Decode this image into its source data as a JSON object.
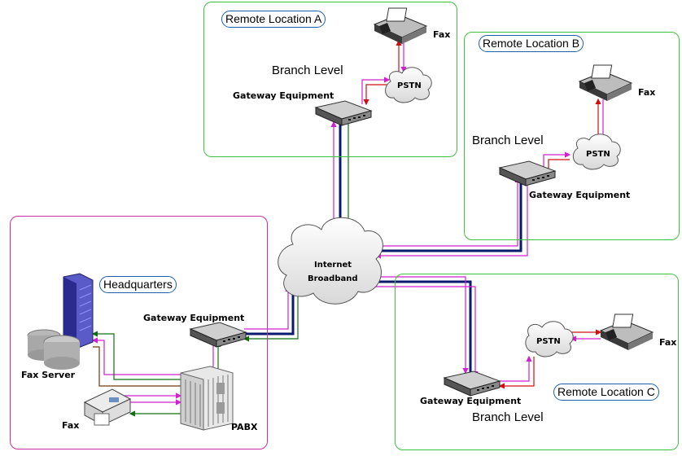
{
  "regions": {
    "remote_a": {
      "title": "Remote Location A",
      "level": "Branch Level",
      "gateway": "Gateway Equipment",
      "pstn": "PSTN",
      "fax": "Fax"
    },
    "remote_b": {
      "title": "Remote Location B",
      "level": "Branch Level",
      "gateway": "Gateway Equipment",
      "pstn": "PSTN",
      "fax": "Fax"
    },
    "remote_c": {
      "title": "Remote Location C",
      "level": "Branch Level",
      "gateway": "Gateway Equipment",
      "pstn": "PSTN",
      "fax": "Fax"
    },
    "hq": {
      "title": "Headquarters",
      "gateway": "Gateway Equipment",
      "fax_server": "Fax Server",
      "fax": "Fax",
      "pabx": "PABX"
    }
  },
  "internet": {
    "line1": "Internet",
    "line2": "Broadband"
  },
  "colors": {
    "green_frame": "#3fc23f",
    "pink_frame": "#c82fa0",
    "title_border": "#1a5fa8",
    "broadband_line": "#0a1a6e",
    "signal_magenta": "#d020d0",
    "signal_green": "#107010",
    "signal_red": "#d01010"
  }
}
